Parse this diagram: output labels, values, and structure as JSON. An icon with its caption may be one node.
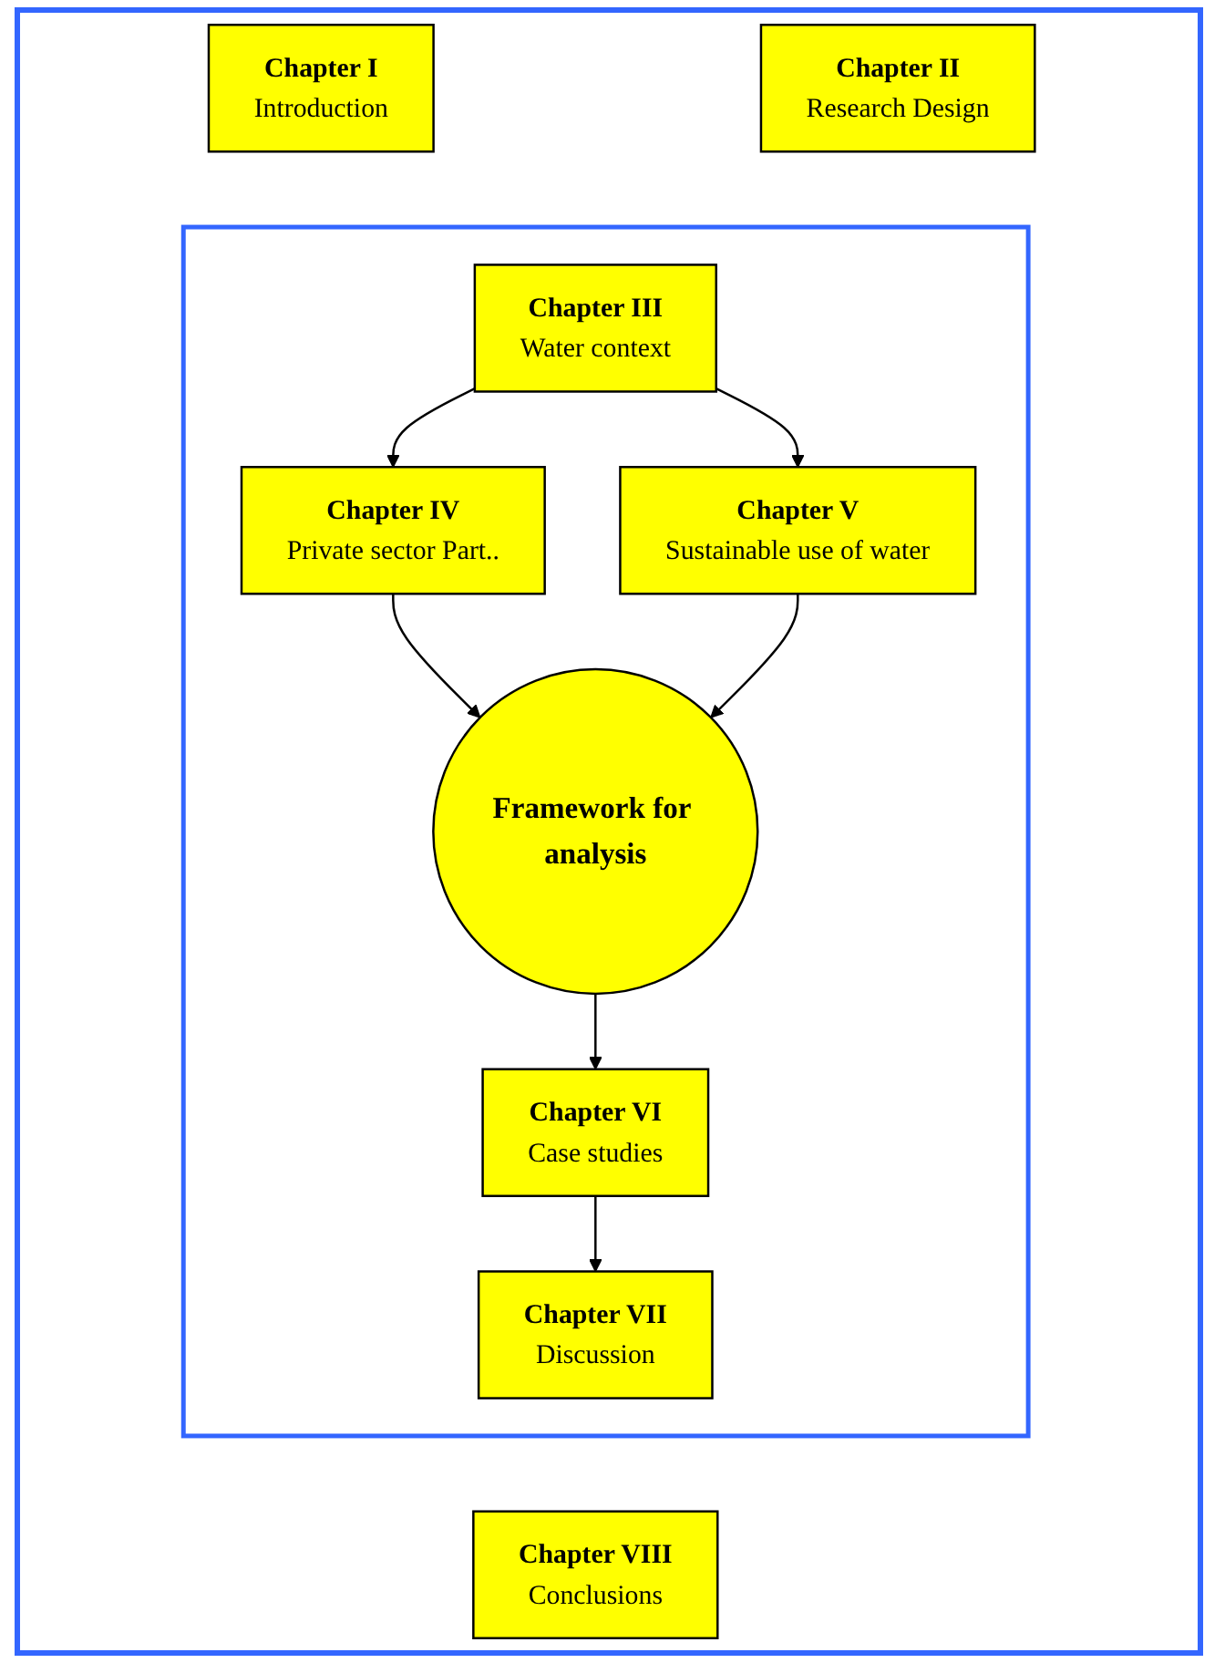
{
  "diagram": {
    "nodes": [
      {
        "text": [
          "Chapter I",
          "Introduction"
        ]
      },
      {
        "text": [
          "Chapter II",
          "Research Design"
        ]
      },
      {
        "text": [],
        "shape": "box"
      },
      {
        "text": [
          "Chapter III",
          "Water context"
        ],
        "in": 2
      },
      {
        "text": [
          "Chapter IV",
          "Private sector Part.."
        ],
        "in": 2
      },
      {
        "text": [
          "Chapter V",
          "Sustainable use of water"
        ],
        "in": 2
      },
      {
        "text": [
          "Framework for analysis"
        ],
        "in": 2
      },
      {
        "text": [
          "Chapter VI",
          "Case studies"
        ],
        "in": 2
      },
      {
        "text": [
          "Chapter VII",
          "Discussion"
        ],
        "in": 2
      },
      {
        "text": [
          "Chapter VIII",
          "Conclusions"
        ]
      }
    ],
    "edges": [
      {
        "from": 3,
        "to": 4,
        "arrow": "to"
      },
      {
        "from": 3,
        "to": 5,
        "arrow": "to"
      },
      {
        "from": 4,
        "to": 6,
        "arrow": "to"
      },
      {
        "from": 5,
        "to": 6,
        "arrow": "to"
      },
      {
        "from": 6,
        "to": 7,
        "arrow": "to"
      },
      {
        "from": 7,
        "to": 8,
        "arrow": "to"
      }
    ]
  }
}
